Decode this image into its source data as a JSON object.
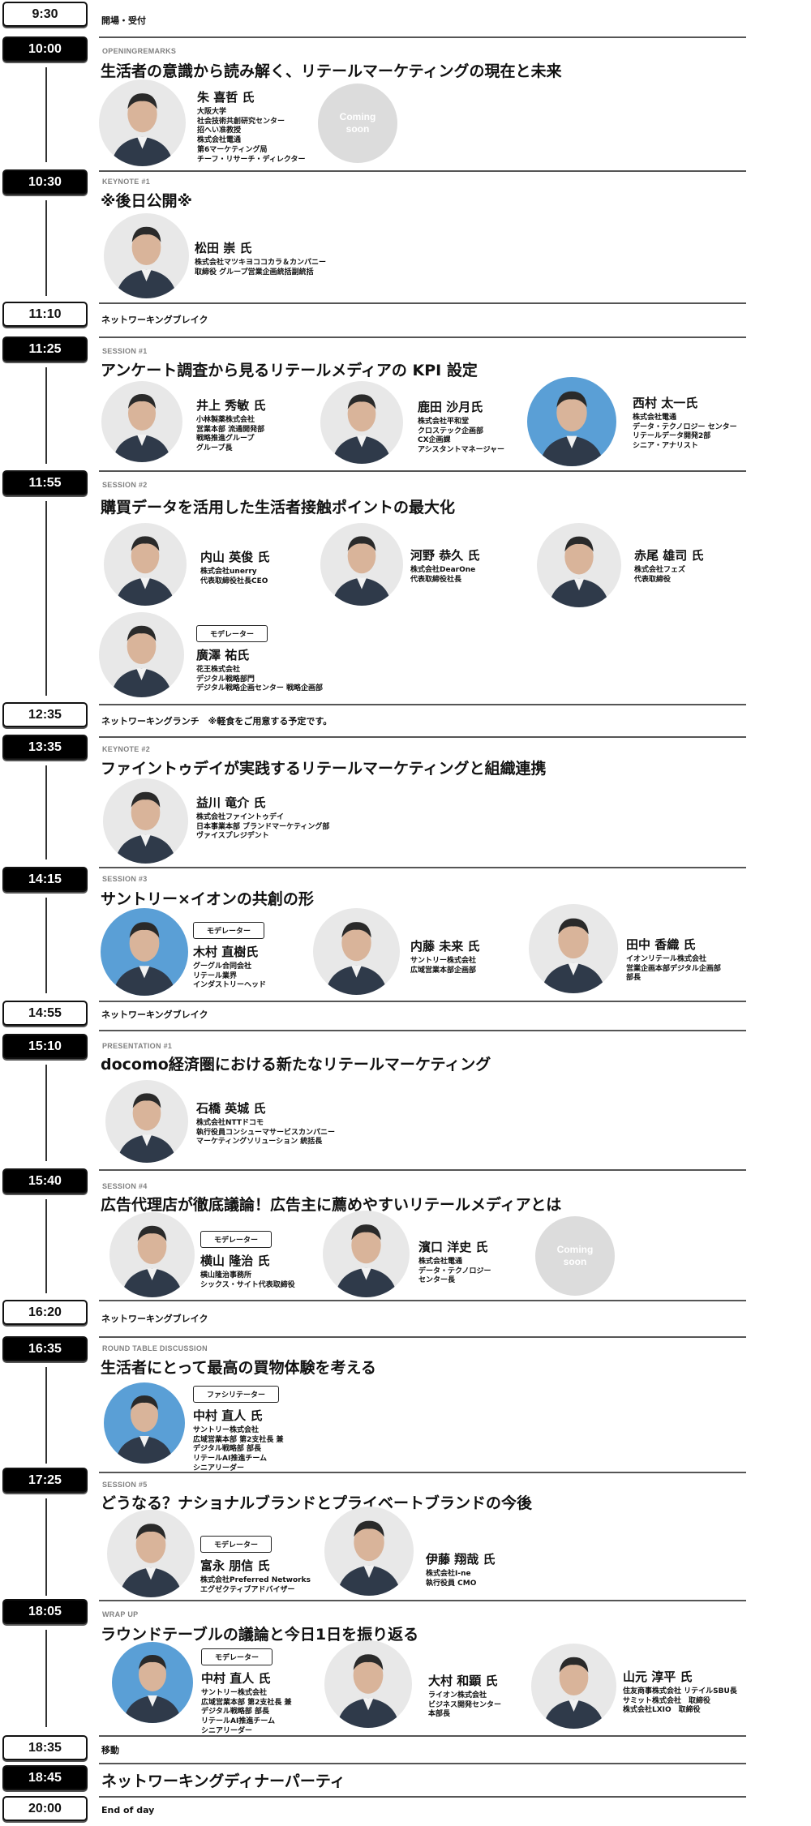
{
  "coming_soon_label": "Coming\nsoon",
  "schedule": [
    {
      "time": "9:30",
      "style": "light",
      "text": "開場・受付"
    },
    {
      "time": "10:00",
      "style": "dark",
      "category": "OPENINGREMARKS",
      "title": "生活者の意識から読み解く、リテールマーケティングの現在と未来",
      "coming_soon": true,
      "speakers": [
        {
          "name": "朱 喜哲 氏",
          "lines": [
            "大阪大学",
            "社会技術共創研究センター",
            "招へい准教授",
            "株式会社電通",
            "第6マーケティング局",
            "チーフ・リサーチ・ディレクター"
          ]
        }
      ]
    },
    {
      "time": "10:30",
      "style": "dark",
      "category": "KEYNOTE #1",
      "title": "※後日公開※",
      "speakers": [
        {
          "name": "松田 崇 氏",
          "lines": [
            "株式会社マツキヨココカラ＆カンパニー",
            "取締役 グループ営業企画統括副統括"
          ]
        }
      ]
    },
    {
      "time": "11:10",
      "style": "light",
      "text": "ネットワーキングブレイク"
    },
    {
      "time": "11:25",
      "style": "dark",
      "category": "SESSION  #1",
      "title": "アンケート調査から見るリテールメディアの KPI 設定",
      "speakers": [
        {
          "name": "井上 秀敏 氏",
          "lines": [
            "小林製薬株式会社",
            "営業本部 流通開発部",
            "戦略推進グループ",
            "グループ長"
          ]
        },
        {
          "name": "鹿田 沙月氏",
          "lines": [
            "株式会社平和堂",
            "クロステック企画部",
            "CX企画課",
            "アシスタントマネージャー"
          ]
        },
        {
          "name": "西村 太一氏",
          "lines": [
            "株式会社電通",
            "データ・テクノロジー センター",
            "リテールデータ開発2部",
            "シニア・アナリスト"
          ]
        }
      ]
    },
    {
      "time": "11:55",
      "style": "dark",
      "category": "SESSION  #2",
      "title": "購買データを活用した生活者接触ポイントの最大化",
      "speakers": [
        {
          "name": "内山 英俊 氏",
          "lines": [
            "株式会社unerry",
            "代表取締役社長CEO"
          ]
        },
        {
          "name": "河野 恭久 氏",
          "lines": [
            "株式会社DearOne",
            "代表取締役社長"
          ]
        },
        {
          "name": "赤尾 雄司 氏",
          "lines": [
            "株式会社フェズ",
            "代表取締役"
          ]
        },
        {
          "role": "モデレーター",
          "name": "廣澤 祐氏",
          "lines": [
            "花王株式会社",
            "デジタル戦略部門",
            "デジタル戦略企画センター 戦略企画部"
          ]
        }
      ]
    },
    {
      "time": "12:35",
      "style": "light",
      "text": "ネットワーキングランチ　※軽食をご用意する予定です。"
    },
    {
      "time": "13:35",
      "style": "dark",
      "category": "KEYNOTE #2",
      "title": "ファイントゥデイが実践するリテールマーケティングと組織連携",
      "speakers": [
        {
          "name": "益川 竜介 氏",
          "lines": [
            "株式会社ファイントゥデイ",
            "日本事業本部 ブランドマーケティング部",
            "ヴァイスプレジデント"
          ]
        }
      ]
    },
    {
      "time": "14:15",
      "style": "dark",
      "category": "SESSION  #3",
      "title": "サントリー×イオンの共創の形",
      "speakers": [
        {
          "role": "モデレーター",
          "name": "木村 直樹氏",
          "lines": [
            "グーグル合同会社",
            "リテール業界",
            "インダストリーヘッド"
          ]
        },
        {
          "name": "内藤 未来 氏",
          "lines": [
            "サントリー株式会社",
            "広域営業本部企画部"
          ]
        },
        {
          "name": "田中 香織 氏",
          "lines": [
            "イオンリテール株式会社",
            "営業企画本部デジタル企画部",
            "部長"
          ]
        }
      ]
    },
    {
      "time": "14:55",
      "style": "light",
      "text": "ネットワーキングブレイク"
    },
    {
      "time": "15:10",
      "style": "dark",
      "category": "PRESENTATION  #1",
      "title": "docomo経済圏における新たなリテールマーケティング",
      "speakers": [
        {
          "name": "石橋 英城 氏",
          "lines": [
            "株式会社NTTドコモ",
            "執行役員コンシューマサービスカンパニー",
            "マーケティングソリューション 統括長"
          ]
        }
      ]
    },
    {
      "time": "15:40",
      "style": "dark",
      "category": "SESSION  #4",
      "title": "広告代理店が徹底議論！広告主に薦めやすいリテールメディアとは",
      "coming_soon": true,
      "speakers": [
        {
          "role": "モデレーター",
          "name": "横山 隆治 氏",
          "lines": [
            "横山隆治事務所",
            "シックス・サイト代表取締役"
          ]
        },
        {
          "name": "濱口 洋史 氏",
          "lines": [
            "株式会社電通",
            "データ・テクノロジー",
            "センター長"
          ]
        }
      ]
    },
    {
      "time": "16:20",
      "style": "light",
      "text": "ネットワーキングブレイク"
    },
    {
      "time": "16:35",
      "style": "dark",
      "category": "ROUND TABLE DISCUSSION",
      "title": "生活者にとって最高の買物体験を考える",
      "speakers": [
        {
          "role": "ファシリテーター",
          "name": "中村 直人 氏",
          "lines": [
            "サントリー株式会社",
            "広域営業本部 第2支社長 兼",
            "デジタル戦略部 部長",
            "リテールAI推進チーム",
            "シニアリーダー"
          ]
        }
      ]
    },
    {
      "time": "17:25",
      "style": "dark",
      "category": "SESSION  #5",
      "title": "どうなる？ナショナルブランドとプライベートブランドの今後",
      "speakers": [
        {
          "role": "モデレーター",
          "name": "富永 朋信 氏",
          "lines": [
            "株式会社Preferred Networks",
            "エグゼクティブアドバイザー"
          ]
        },
        {
          "name": "伊藤 翔哉 氏",
          "lines": [
            "株式会社I-ne",
            "執行役員 CMO"
          ]
        }
      ]
    },
    {
      "time": "18:05",
      "style": "dark",
      "category": "WRAP UP",
      "title": "ラウンドテーブルの議論と今日1日を振り返る",
      "speakers": [
        {
          "role": "モデレーター",
          "name": "中村 直人 氏",
          "lines": [
            "サントリー株式会社",
            "広域営業本部 第2支社長 兼",
            "デジタル戦略部 部長",
            "リテールAI推進チーム",
            "シニアリーダー"
          ]
        },
        {
          "name": "大村 和顕 氏",
          "lines": [
            "ライオン株式会社",
            "ビジネス開発センター",
            "本部長"
          ]
        },
        {
          "name": "山元 淳平 氏",
          "lines": [
            "住友商事株式会社 リテイルSBU長",
            "サミット株式会社　取締役",
            "株式会社LXIO　取締役"
          ]
        }
      ]
    },
    {
      "time": "18:35",
      "style": "light",
      "text": "移動"
    },
    {
      "time": "18:45",
      "style": "dark",
      "text": "ネットワーキングディナーパーティ",
      "big": true
    },
    {
      "time": "20:00",
      "style": "light",
      "text": "End of day"
    }
  ],
  "colors": {
    "badge_dark": "#000000",
    "rule": "#555555",
    "category": "#808080",
    "coming_soon_bg": "#dcdcdc",
    "photo_blue": "#5a9fd6",
    "photo_light": "#e8e8e8"
  }
}
